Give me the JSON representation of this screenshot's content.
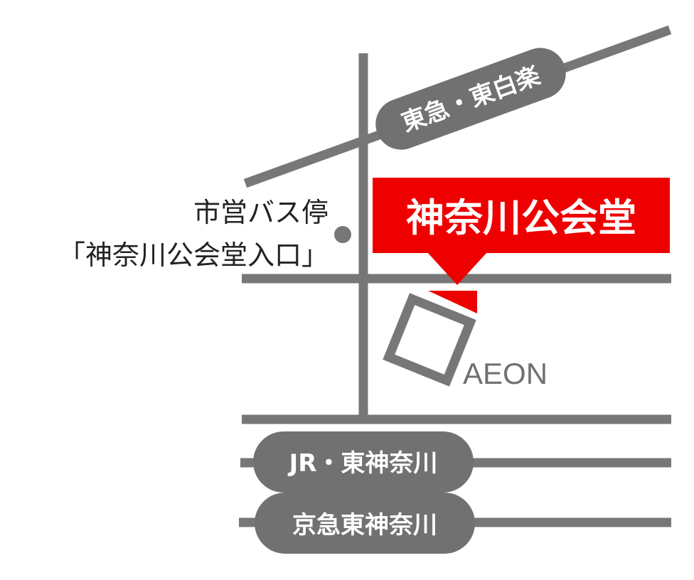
{
  "map": {
    "colors": {
      "road": "#777777",
      "pill": "#717171",
      "accent": "#ee0000",
      "background": "#ffffff",
      "bus_text": "#222222",
      "store_text": "#707070"
    },
    "rail_lines": [
      {
        "label": "東急・東白楽"
      },
      {
        "label": "JR・東神奈川"
      },
      {
        "label": "京急東神奈川"
      }
    ],
    "bus_stop": {
      "line1": "市営バス停",
      "line2": "「神奈川公会堂入口」"
    },
    "destination": {
      "label": "神奈川公会堂"
    },
    "landmark": {
      "label": "AEON"
    }
  }
}
